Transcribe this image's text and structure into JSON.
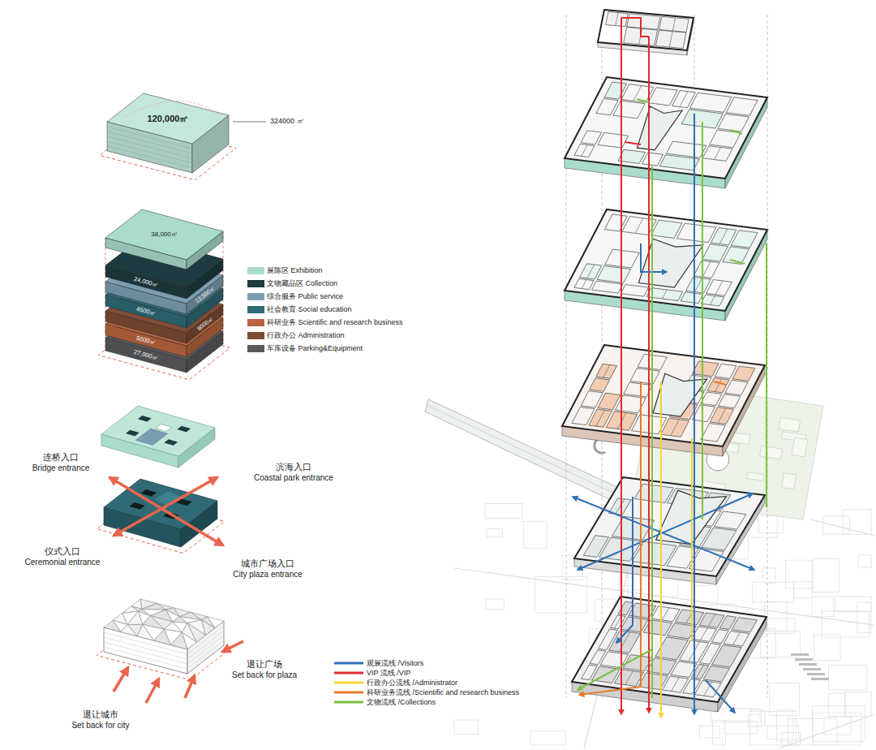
{
  "diagram": {
    "nodes": [
      {
        "text": [
          "120,000㎡"
        ]
      },
      {
        "text": [
          "38,000㎡"
        ]
      },
      {
        "text": [
          "24,000㎡"
        ]
      },
      {
        "text": [
          "12,500㎡"
        ]
      },
      {
        "text": [
          "4500㎡"
        ]
      },
      {
        "text": [
          "9000㎡"
        ]
      },
      {
        "text": [
          "5000㎡"
        ]
      },
      {
        "text": [
          "27,000㎡"
        ]
      }
    ],
    "labels": [
      "324000 ㎡",
      "连桥入口",
      "Bridge entrance",
      "滨海入口",
      "Coastal park entrance",
      "仪式入口",
      "Ceremonial entrance",
      "城市广场入口",
      "City plaza entrance",
      "退让广场",
      "Set back for plaza",
      "退让城市",
      "Set back for city"
    ],
    "legend": [
      {
        "text": "展陈区 Exhibition",
        "color": "#a9dccd"
      },
      {
        "text": "文物藏品区 Collection",
        "color": "#1d3b40"
      },
      {
        "text": "综合服务 Public service",
        "color": "#7b9fb2"
      },
      {
        "text": "社会教育 Social education",
        "color": "#2f6a76"
      },
      {
        "text": "科研业务 Scientific and research business",
        "color": "#b9653f"
      },
      {
        "text": "行政办公 Administration",
        "color": "#7d4c34"
      },
      {
        "text": "车库设备 Parking&Equipment",
        "color": "#575a5c"
      },
      {
        "text": "观展流线 /Visitors"
      },
      {
        "text": "VIP 流线 /VIP"
      },
      {
        "text": "行政办公流线 /Administrator"
      },
      {
        "text": "科研业务流线 /Scientific and research business"
      },
      {
        "text": "文物流线 /Collections"
      }
    ]
  }
}
